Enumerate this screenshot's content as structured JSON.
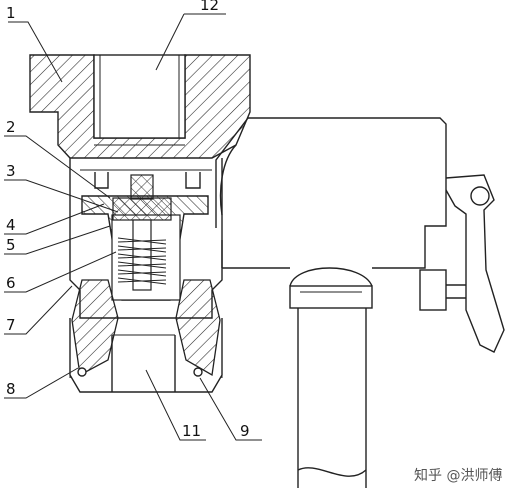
{
  "callouts": [
    {
      "id": "1",
      "text": "1"
    },
    {
      "id": "2",
      "text": "2"
    },
    {
      "id": "3",
      "text": "3"
    },
    {
      "id": "4",
      "text": "4"
    },
    {
      "id": "5",
      "text": "5"
    },
    {
      "id": "6",
      "text": "6"
    },
    {
      "id": "7",
      "text": "7"
    },
    {
      "id": "8",
      "text": "8"
    },
    {
      "id": "9",
      "text": "9"
    },
    {
      "id": "11",
      "text": "11"
    },
    {
      "id": "12",
      "text": "12"
    }
  ],
  "watermark": "知乎 @洪师傅",
  "colors": {
    "line": "#222222",
    "background": "#ffffff"
  }
}
